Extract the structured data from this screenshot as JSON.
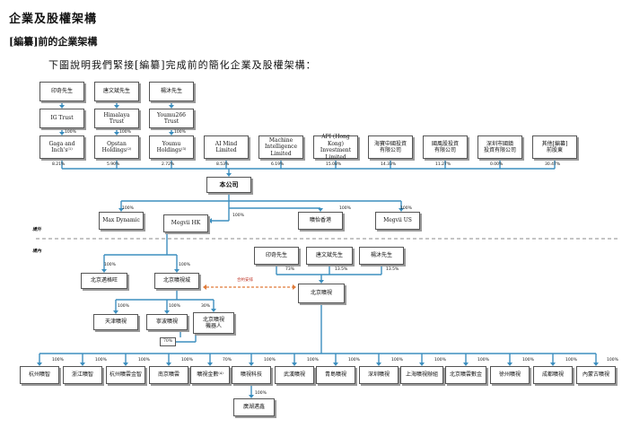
{
  "heading": "企業及股權架構",
  "subheading": "[編纂]前的企業架構",
  "intro": "下圖說明我們緊接[編纂]完成前的簡化企業及股權架構：",
  "zones": {
    "offshore": "境外",
    "onshore": "境內"
  },
  "note": "合約安排",
  "colors": {
    "line": "#3d8fbf",
    "border": "#555555",
    "shadow": "#9a9a9a",
    "note": "#e07b39"
  },
  "founders": [
    {
      "id": "yin",
      "name": "印奇先生"
    },
    {
      "id": "tang",
      "name": "唐文斌先生"
    },
    {
      "id": "yang",
      "name": "楊沐先生"
    }
  ],
  "trusts": [
    {
      "id": "ig",
      "name": "IG Trust"
    },
    {
      "id": "him",
      "name": "Himalaya Trust"
    },
    {
      "id": "you",
      "name": "Youmu266 Trust"
    }
  ],
  "trust_pct": [
    "100%",
    "100%",
    "100%"
  ],
  "shareholders": [
    {
      "id": "gaga",
      "name": "Gaga and Inch's⁽¹⁾",
      "pct": "8.21%"
    },
    {
      "id": "opstar",
      "name": "Opstan\nHoldings⁽²⁾",
      "pct": "5.90%"
    },
    {
      "id": "youmu",
      "name": "Youmu\nHoldings⁽³⁾",
      "pct": "2.72%"
    },
    {
      "id": "ai",
      "name": "AI Mind\nLimited",
      "pct": "8.53%"
    },
    {
      "id": "mil",
      "name": "Machine\nIntelligence\nLimited",
      "pct": "6.19%"
    },
    {
      "id": "api",
      "name": "API (Hong Kong)\nInvestment\nLimited",
      "pct": "15.08%"
    },
    {
      "id": "haiyin",
      "name": "海寶中國投資\n有限公司",
      "pct": "14.33%"
    },
    {
      "id": "guofeng",
      "name": "國風股投資\n有限公司",
      "pct": "11.27%"
    },
    {
      "id": "shenzhen",
      "name": "深圳市國鎮\n投資有限公司",
      "pct": "0.00%"
    },
    {
      "id": "other",
      "name": "其他[編纂]\n前股東",
      "pct": "30.47%"
    }
  ],
  "company": "本公司",
  "subs_offshore": [
    {
      "id": "maxd",
      "name": "Max Dynamic",
      "pct": "100%"
    },
    {
      "id": "mhk",
      "name": "Megvii HK",
      "pct": "100%"
    },
    {
      "id": "kuang",
      "name": "曠怡香港",
      "pct": "100%"
    },
    {
      "id": "mus",
      "name": "Megvii US",
      "pct": "100%"
    }
  ],
  "onshore_left": {
    "mx": {
      "name": "北京邁格旺",
      "pct": "100%"
    },
    "bjkuang": {
      "name": "北京曠視城",
      "pct": "100%"
    },
    "tianjin": {
      "name": "天津曠視",
      "pct": "100%"
    },
    "ningbo": {
      "name": "寧波曠視",
      "pct": "100%"
    },
    "robot": {
      "name": "北京曠視\n機器人",
      "pct": "30%"
    },
    "pct70": "70%"
  },
  "onshore_right": {
    "founders": [
      {
        "name": "印奇先生",
        "pct": "73%"
      },
      {
        "name": "唐文斌先生",
        "pct": "13.5%"
      },
      {
        "name": "楊沐先生",
        "pct": "13.5%"
      }
    ],
    "bjkuangshi": "北京曠視"
  },
  "bottom_row": [
    {
      "name": "杭州曠智",
      "pct": "100%"
    },
    {
      "name": "浙江曠智",
      "pct": "100%"
    },
    {
      "name": "杭州曠雲金智",
      "pct": "100%"
    },
    {
      "name": "南京曠雲",
      "pct": "100%"
    },
    {
      "name": "曠視金數⁽⁴⁾",
      "pct": "70%"
    },
    {
      "name": "曠視科技",
      "pct": "100%"
    },
    {
      "name": "武漢曠視",
      "pct": "100%"
    },
    {
      "name": "青島曠視",
      "pct": "100%"
    },
    {
      "name": "深圳曠視",
      "pct": "100%"
    },
    {
      "name": "上海曠視辦組",
      "pct": "100%"
    },
    {
      "name": "北京曠雲數金",
      "pct": "100%"
    },
    {
      "name": "徐州曠視",
      "pct": "100%"
    },
    {
      "name": "成都曠視",
      "pct": "100%"
    },
    {
      "name": "內蒙古曠視",
      "pct": "100%"
    }
  ],
  "leaf": {
    "name": "廣湖邁鑫",
    "pct": "100%"
  }
}
